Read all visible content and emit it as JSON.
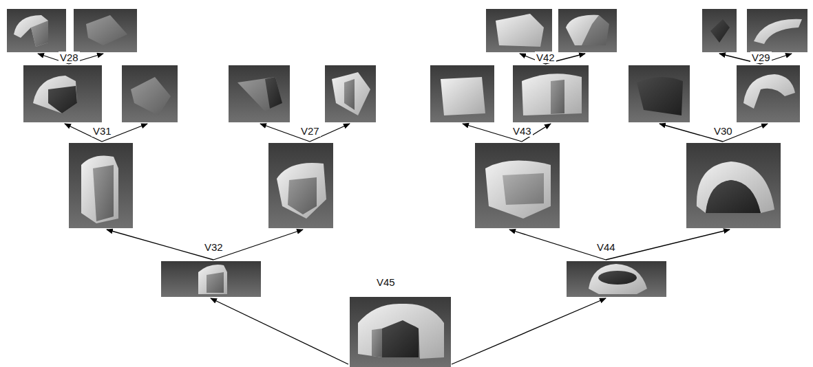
{
  "diagram": {
    "labels": [
      "V28",
      "V42",
      "V29",
      "V31",
      "V27",
      "V43",
      "V30",
      "V32",
      "V44",
      "V45"
    ]
  }
}
